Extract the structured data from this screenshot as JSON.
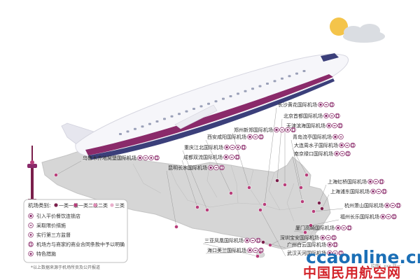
{
  "colors": {
    "tier1": "#7a1f4b",
    "tier2": "#b83d7a",
    "tier3": "#e08ab4",
    "map": "#d6d6d6",
    "plane_stripe": "#8a2a6a",
    "sun": "#f4c44a"
  },
  "legend": {
    "title": "机场类别:",
    "tiers": [
      "一类一级",
      "一类二级",
      "二类",
      "三类"
    ],
    "items": [
      {
        "icon": "cup-icon",
        "text": "引入平价餐饮连锁店"
      },
      {
        "icon": "bowl-icon",
        "text": "采取限价措施"
      },
      {
        "icon": "chef-icon",
        "text": "实行第三方监督"
      },
      {
        "icon": "contract-icon",
        "text": "机场方与商家的商业合同条款中予以明确"
      },
      {
        "icon": "star-icon",
        "text": "特色措施"
      }
    ]
  },
  "footnote": "*以上数据来源于机场所贡及公开报道",
  "credit": "绘图：xxx 刘一",
  "watermark": {
    "site": "ccaonline.cn",
    "name": "中国民用航空网"
  },
  "airports": [
    {
      "name": "乌鲁木齐地窝堡国际机场",
      "tier": 2,
      "icons": [
        "cup-icon",
        "bowl-icon",
        "chef-icon",
        "contract-icon"
      ]
    },
    {
      "name": "长沙黄花国际机场",
      "tier": 2,
      "icons": [
        "cup-icon",
        "bowl-icon",
        "contract-icon"
      ]
    },
    {
      "name": "北京首都国际机场",
      "tier": 1,
      "icons": [
        "cup-icon",
        "bowl-icon",
        "contract-icon"
      ]
    },
    {
      "name": "天津滨海国际机场",
      "tier": 2,
      "icons": [
        "cup-icon",
        "bowl-icon",
        "contract-icon"
      ]
    },
    {
      "name": "郑州新郑国际机场",
      "tier": 2,
      "icons": [
        "cup-icon",
        "bowl-icon",
        "chef-icon",
        "contract-icon"
      ]
    },
    {
      "name": "西安咸阳国际机场",
      "tier": 2,
      "icons": [
        "cup-icon",
        "bowl-icon",
        "contract-icon"
      ]
    },
    {
      "name": "重庆江北国际机场",
      "tier": 2,
      "icons": [
        "cup-icon",
        "bowl-icon",
        "chef-icon",
        "contract-icon"
      ]
    },
    {
      "name": "成都双流国际机场",
      "tier": 2,
      "icons": [
        "cup-icon",
        "bowl-icon",
        "contract-icon"
      ]
    },
    {
      "name": "昆明长水国际机场",
      "tier": 2,
      "icons": [
        "cup-icon",
        "bowl-icon",
        "contract-icon"
      ]
    },
    {
      "name": "青岛流亭国际机场",
      "tier": 2,
      "icons": [
        "cup-icon",
        "bowl-icon"
      ]
    },
    {
      "name": "大连周水子国际机场",
      "tier": 2,
      "icons": [
        "cup-icon",
        "bowl-icon",
        "contract-icon"
      ]
    },
    {
      "name": "南京禄口国际机场",
      "tier": 2,
      "icons": [
        "cup-icon",
        "bowl-icon",
        "contract-icon"
      ]
    },
    {
      "name": "上海虹桥国际机场",
      "tier": 1,
      "icons": [
        "cup-icon",
        "bowl-icon",
        "contract-icon"
      ]
    },
    {
      "name": "上海浦东国际机场",
      "tier": 1,
      "icons": [
        "cup-icon",
        "bowl-icon",
        "contract-icon"
      ]
    },
    {
      "name": "杭州萧山国际机场",
      "tier": 2,
      "icons": [
        "cup-icon",
        "bowl-icon",
        "contract-icon"
      ]
    },
    {
      "name": "福州长乐国际机场",
      "tier": 2,
      "icons": [
        "cup-icon",
        "bowl-icon",
        "contract-icon"
      ]
    },
    {
      "name": "厦门高崎国际机场",
      "tier": 2,
      "icons": [
        "cup-icon",
        "bowl-icon",
        "contract-icon"
      ]
    },
    {
      "name": "深圳宝安国际机场",
      "tier": 2,
      "icons": [
        "cup-icon",
        "bowl-icon",
        "contract-icon"
      ]
    },
    {
      "name": "广州白云国际机场",
      "tier": 1,
      "icons": [
        "cup-icon",
        "contract-icon"
      ]
    },
    {
      "name": "武汉天河国际机场",
      "tier": 2,
      "icons": [
        "cup-icon",
        "bowl-icon",
        "contract-icon"
      ]
    },
    {
      "name": "三亚凤凰国际机场",
      "tier": 2,
      "icons": [
        "cup-icon",
        "bowl-icon",
        "contract-icon"
      ]
    },
    {
      "name": "海口美兰国际机场",
      "tier": 2,
      "icons": [
        "cup-icon",
        "bowl-icon",
        "contract-icon"
      ]
    }
  ]
}
